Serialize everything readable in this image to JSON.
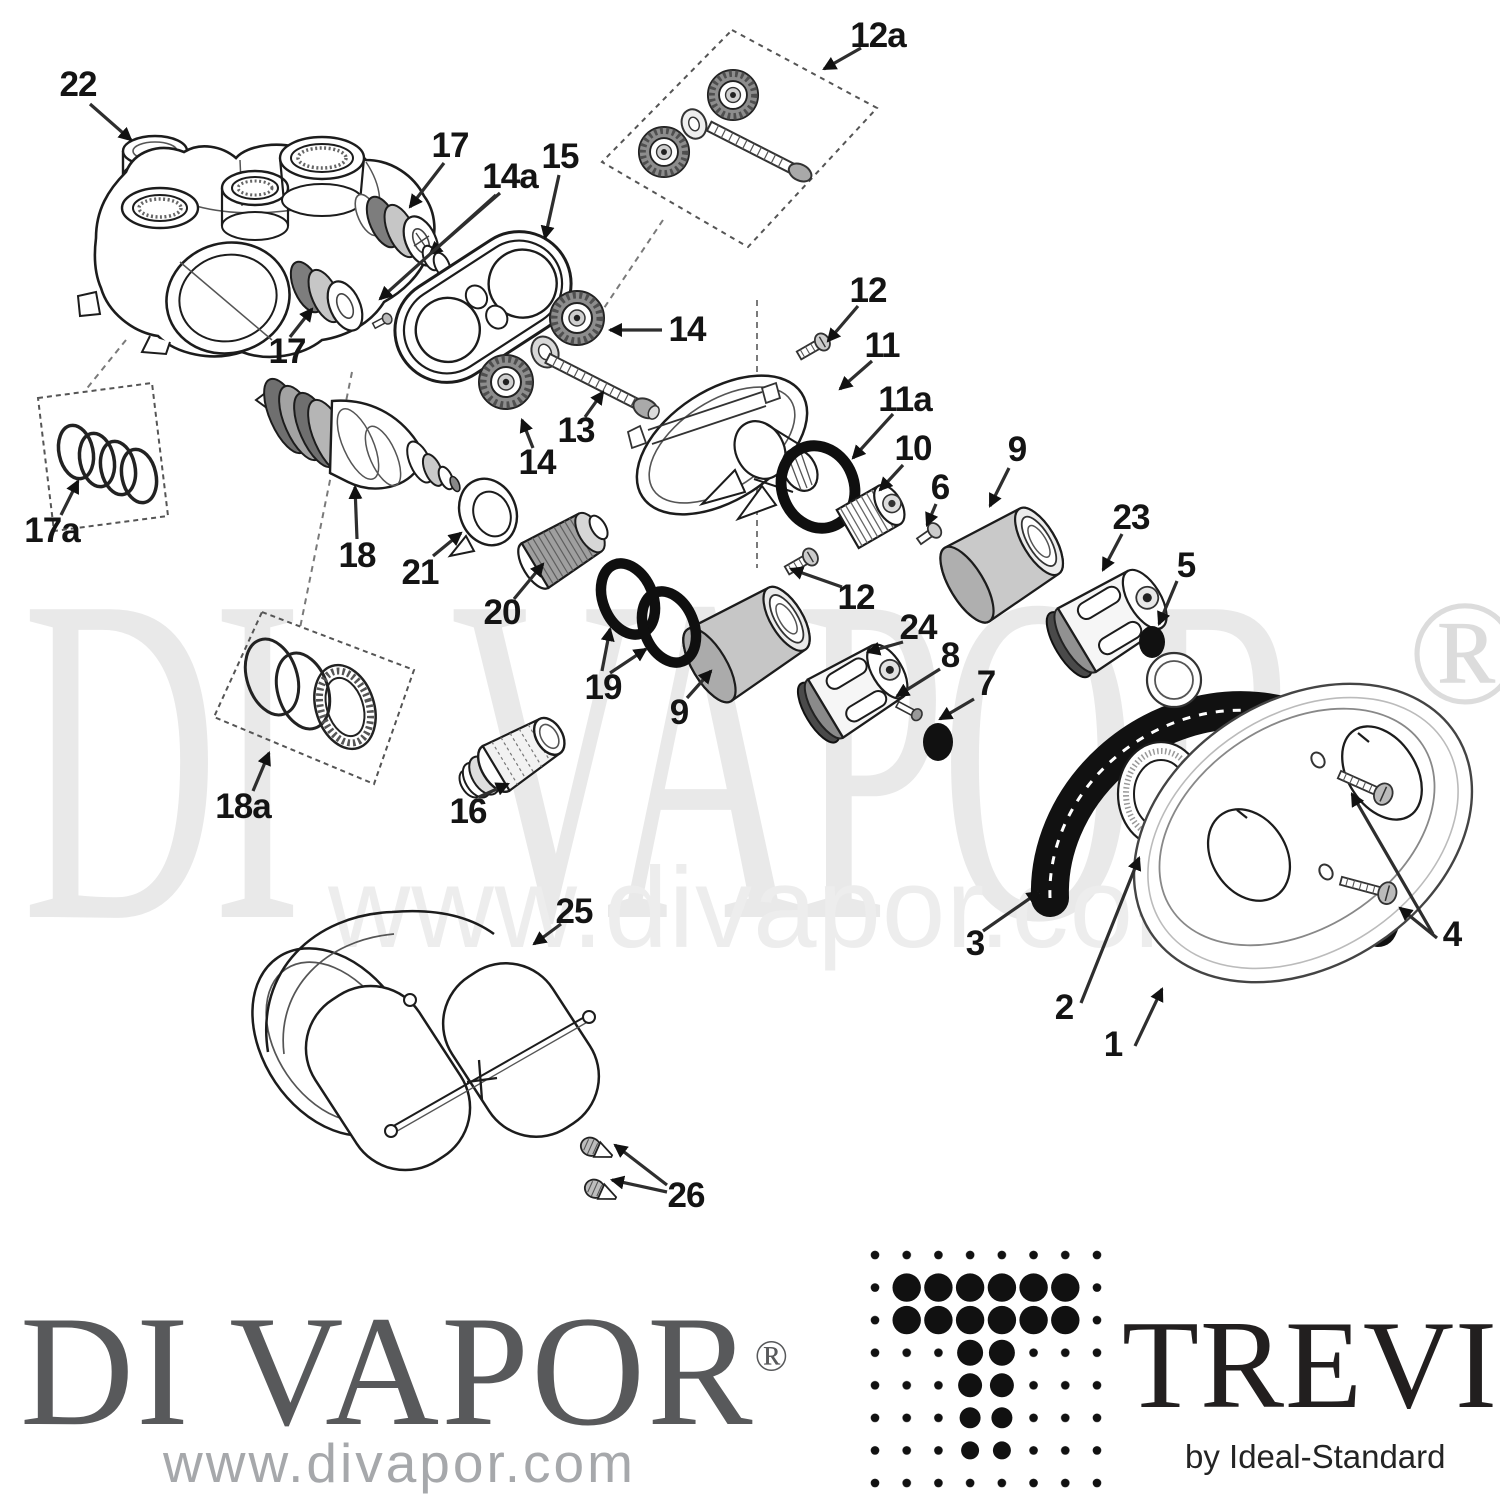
{
  "watermark": {
    "brand": "DI VAPOR",
    "registered": "®",
    "url": "www.divapor.com"
  },
  "footer": {
    "brand": "DI VAPOR",
    "registered": "®",
    "url": "www.divapor.com",
    "trevi_name": "TREVI",
    "trevi_byline": "by Ideal-Standard"
  },
  "colors": {
    "ink": "#1c1c1c",
    "logo_grey": "#58595b",
    "url_grey": "#a6a8ab",
    "trevi_black": "#221f1f",
    "watermark_grey": "#e9e9e9"
  },
  "callouts": [
    "22",
    "12a",
    "17",
    "15",
    "14a",
    "12",
    "11",
    "14",
    "11a",
    "10",
    "17",
    "13",
    "6",
    "9",
    "14",
    "23",
    "5",
    "18",
    "17a",
    "21",
    "20",
    "12",
    "19",
    "24",
    "8",
    "9",
    "7",
    "16",
    "18a",
    "25",
    "3",
    "2",
    "1",
    "4",
    "26"
  ]
}
